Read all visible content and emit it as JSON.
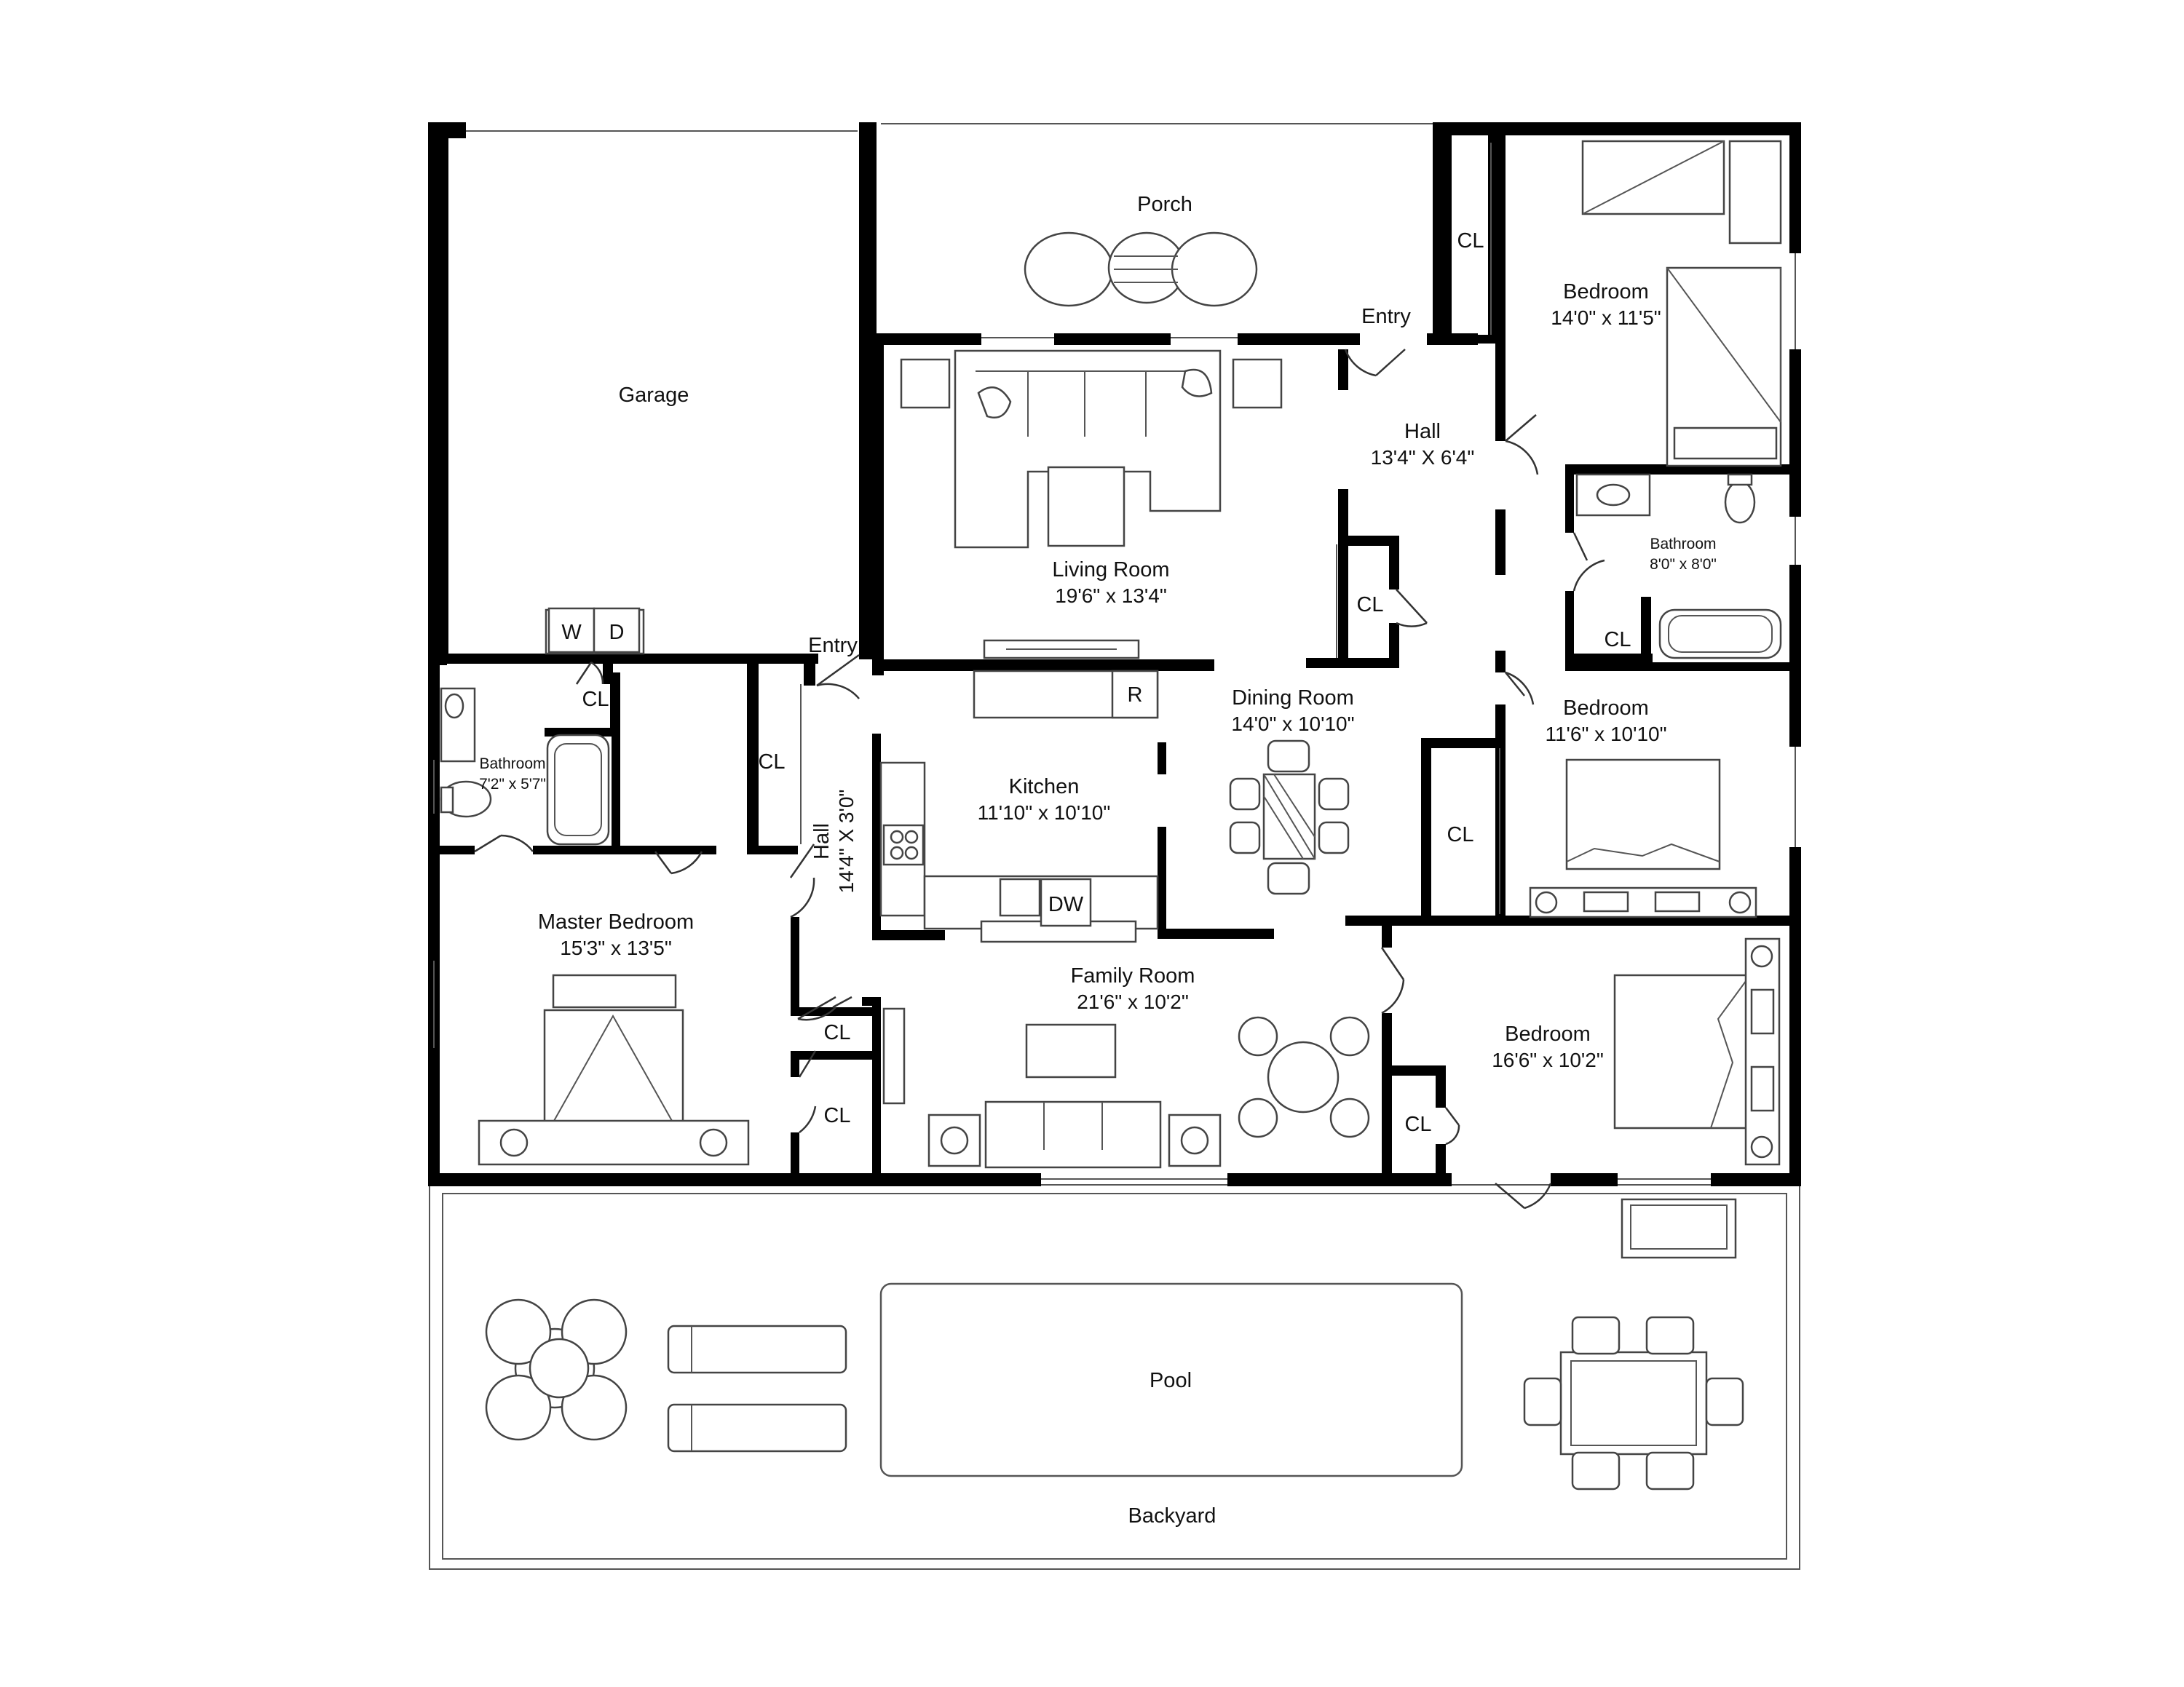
{
  "rooms": {
    "porch": {
      "name": "Porch"
    },
    "garage": {
      "name": "Garage"
    },
    "bedroom_ne": {
      "name": "Bedroom",
      "dim": "14'0\" x 11'5\""
    },
    "hall_north": {
      "name": "Hall",
      "dim": "13'4\" X 6'4\""
    },
    "living_room": {
      "name": "Living Room",
      "dim": "19'6\" x 13'4\""
    },
    "bathroom_e": {
      "name": "Bathroom",
      "dim": "8'0\" x 8'0\""
    },
    "dining_room": {
      "name": "Dining Room",
      "dim": "14'0\" x 10'10\""
    },
    "kitchen": {
      "name": "Kitchen",
      "dim": "11'10\" x 10'10\""
    },
    "bedroom_e": {
      "name": "Bedroom",
      "dim": "11'6\" x 10'10\""
    },
    "bathroom_w": {
      "name": "Bathroom",
      "dim": "7'2\" x 5'7\""
    },
    "hall_west": {
      "name": "Hall",
      "dim": "14'4\" X 3'0\""
    },
    "master_bedroom": {
      "name": "Master Bedroom",
      "dim": "15'3\" x 13'5\""
    },
    "family_room": {
      "name": "Family Room",
      "dim": "21'6\" x 10'2\""
    },
    "bedroom_se": {
      "name": "Bedroom",
      "dim": "16'6\" x 10'2\""
    },
    "pool": {
      "name": "Pool"
    },
    "backyard": {
      "name": "Backyard"
    }
  },
  "labels": {
    "entry": "Entry",
    "closet": "CL",
    "washer": "W",
    "dryer": "D",
    "refrigerator": "R",
    "dishwasher": "DW"
  },
  "colors": {
    "wall": "#000000",
    "line": "#555555",
    "background": "#ffffff"
  }
}
